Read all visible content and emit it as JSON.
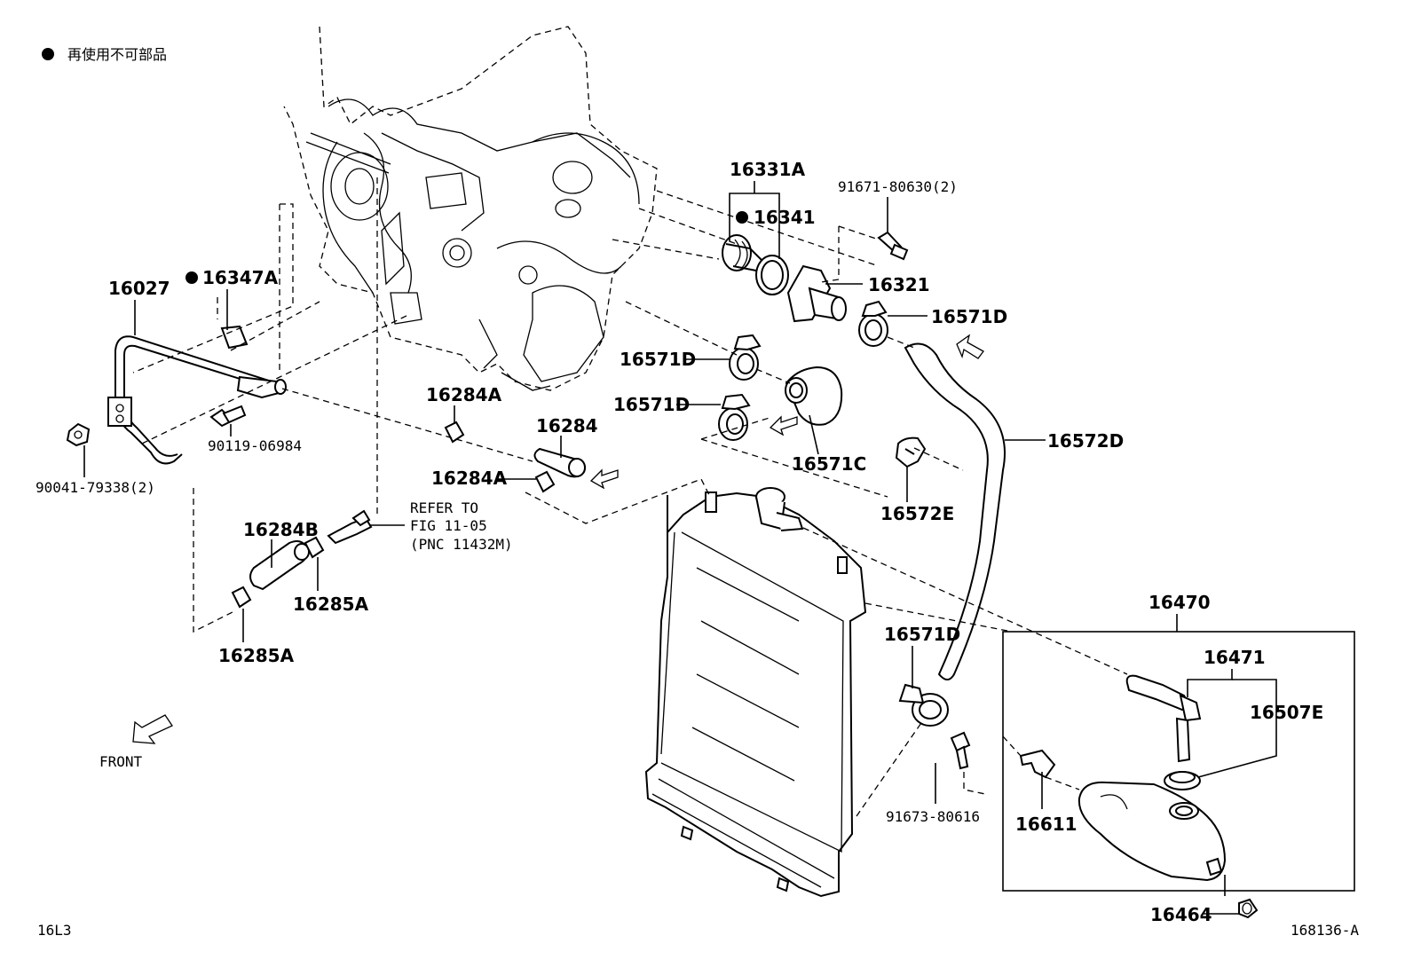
{
  "legend": {
    "symbol": "●",
    "text": "再使用不可部品"
  },
  "refer": {
    "line1": "REFER TO",
    "line2": "FIG 11-05",
    "line3": "(PNC 11432M)"
  },
  "front_label": "FRONT",
  "page_code": "16L3",
  "figure_code": "168136-A",
  "labels": {
    "p16331A": "16331A",
    "p16341": "16341",
    "p91671": "91671-80630(2)",
    "p16321": "16321",
    "p16571D_a": "16571D",
    "p16571D_b": "16571D",
    "p16571D_c": "16571D",
    "p16571D_d": "16571D",
    "p16571C": "16571C",
    "p16572D": "16572D",
    "p16572E": "16572E",
    "p16027": "16027",
    "p16347A": "16347A",
    "p90119": "90119-06984",
    "p90041": "90041-79338(2)",
    "p16284A_a": "16284A",
    "p16284A_b": "16284A",
    "p16284": "16284",
    "p16284B": "16284B",
    "p16285A_a": "16285A",
    "p16285A_b": "16285A",
    "p16470": "16470",
    "p16471": "16471",
    "p16507E": "16507E",
    "p16611": "16611",
    "p91673": "91673-80616",
    "p16464": "16464"
  }
}
